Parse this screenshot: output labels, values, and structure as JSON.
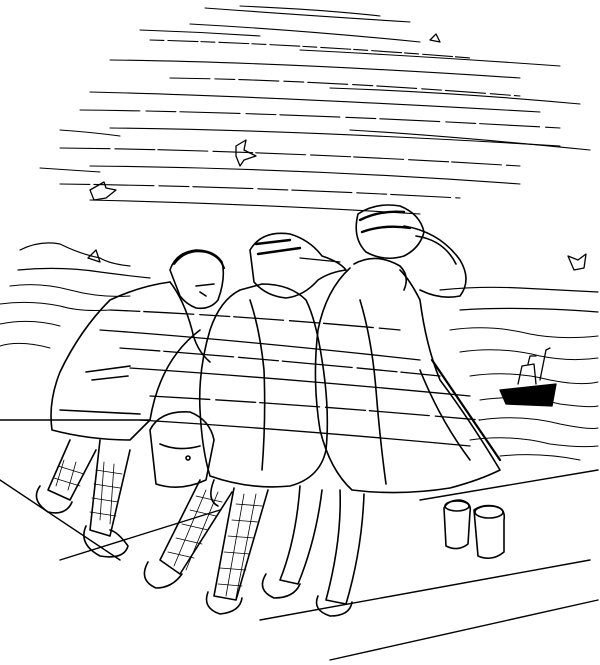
{
  "illustration": {
    "style": "black-and-white pen-and-ink line drawing",
    "colors": {
      "ink": "#000000",
      "paper": "#ffffff"
    },
    "elements": [
      "wind-streaks",
      "wind-blown-leaves",
      "distant-hills",
      "rough-sea",
      "distant-ship",
      "harbor-deck",
      "mooring-bollards",
      "man-in-overcoat-left",
      "child-in-plaid-tights",
      "woman-in-long-coat-holding-hair"
    ]
  }
}
